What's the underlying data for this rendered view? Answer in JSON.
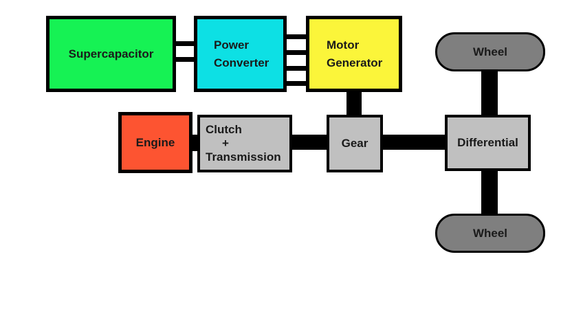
{
  "diagram": {
    "title": "Hybrid powertrain with supercapacitor",
    "nodes": {
      "supercapacitor": {
        "label": "Supercapacitor",
        "color": "#16f254"
      },
      "power_converter": {
        "line1": "Power",
        "line2": "Converter",
        "color": "#0de0e4"
      },
      "motor_generator": {
        "line1": "Motor",
        "line2": "Generator",
        "color": "#fbf53a"
      },
      "engine": {
        "label": "Engine",
        "color": "#fd5431"
      },
      "clutch_transmission": {
        "line1": "Clutch",
        "line2": "+",
        "line3": "Transmission",
        "color": "#c0c0c0"
      },
      "gear": {
        "label": "Gear",
        "color": "#c0c0c0"
      },
      "differential": {
        "label": "Differential",
        "color": "#c0c0c0"
      },
      "wheel_top": {
        "label": "Wheel",
        "color": "#7f7f7f"
      },
      "wheel_bottom": {
        "label": "Wheel",
        "color": "#7f7f7f"
      }
    },
    "edges": [
      {
        "from": "supercapacitor",
        "to": "power_converter",
        "type": "electrical-dc"
      },
      {
        "from": "power_converter",
        "to": "motor_generator",
        "type": "electrical-3phase"
      },
      {
        "from": "motor_generator",
        "to": "gear",
        "type": "mechanical-shaft"
      },
      {
        "from": "engine",
        "to": "clutch_transmission",
        "type": "mechanical-shaft"
      },
      {
        "from": "clutch_transmission",
        "to": "gear",
        "type": "mechanical-shaft"
      },
      {
        "from": "gear",
        "to": "differential",
        "type": "mechanical-shaft"
      },
      {
        "from": "differential",
        "to": "wheel_top",
        "type": "mechanical-shaft"
      },
      {
        "from": "differential",
        "to": "wheel_bottom",
        "type": "mechanical-shaft"
      }
    ]
  }
}
